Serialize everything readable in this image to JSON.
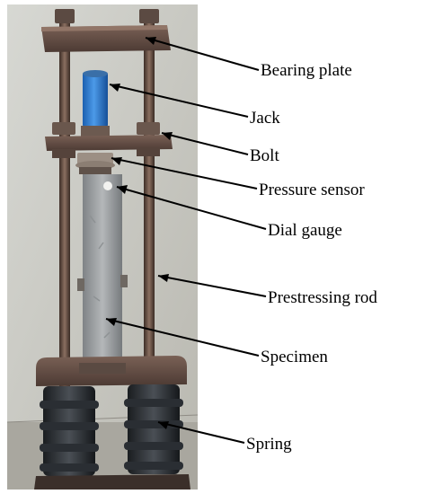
{
  "figure": {
    "labels": [
      {
        "id": "bearing-plate",
        "text": "Bearing plate"
      },
      {
        "id": "jack",
        "text": "Jack"
      },
      {
        "id": "bolt",
        "text": "Bolt"
      },
      {
        "id": "pressure-sensor",
        "text": "Pressure sensor"
      },
      {
        "id": "dial-gauge",
        "text": "Dial gauge"
      },
      {
        "id": "prestressing-rod",
        "text": "Prestressing rod"
      },
      {
        "id": "specimen",
        "text": "Specimen"
      },
      {
        "id": "spring",
        "text": "Spring"
      }
    ]
  }
}
